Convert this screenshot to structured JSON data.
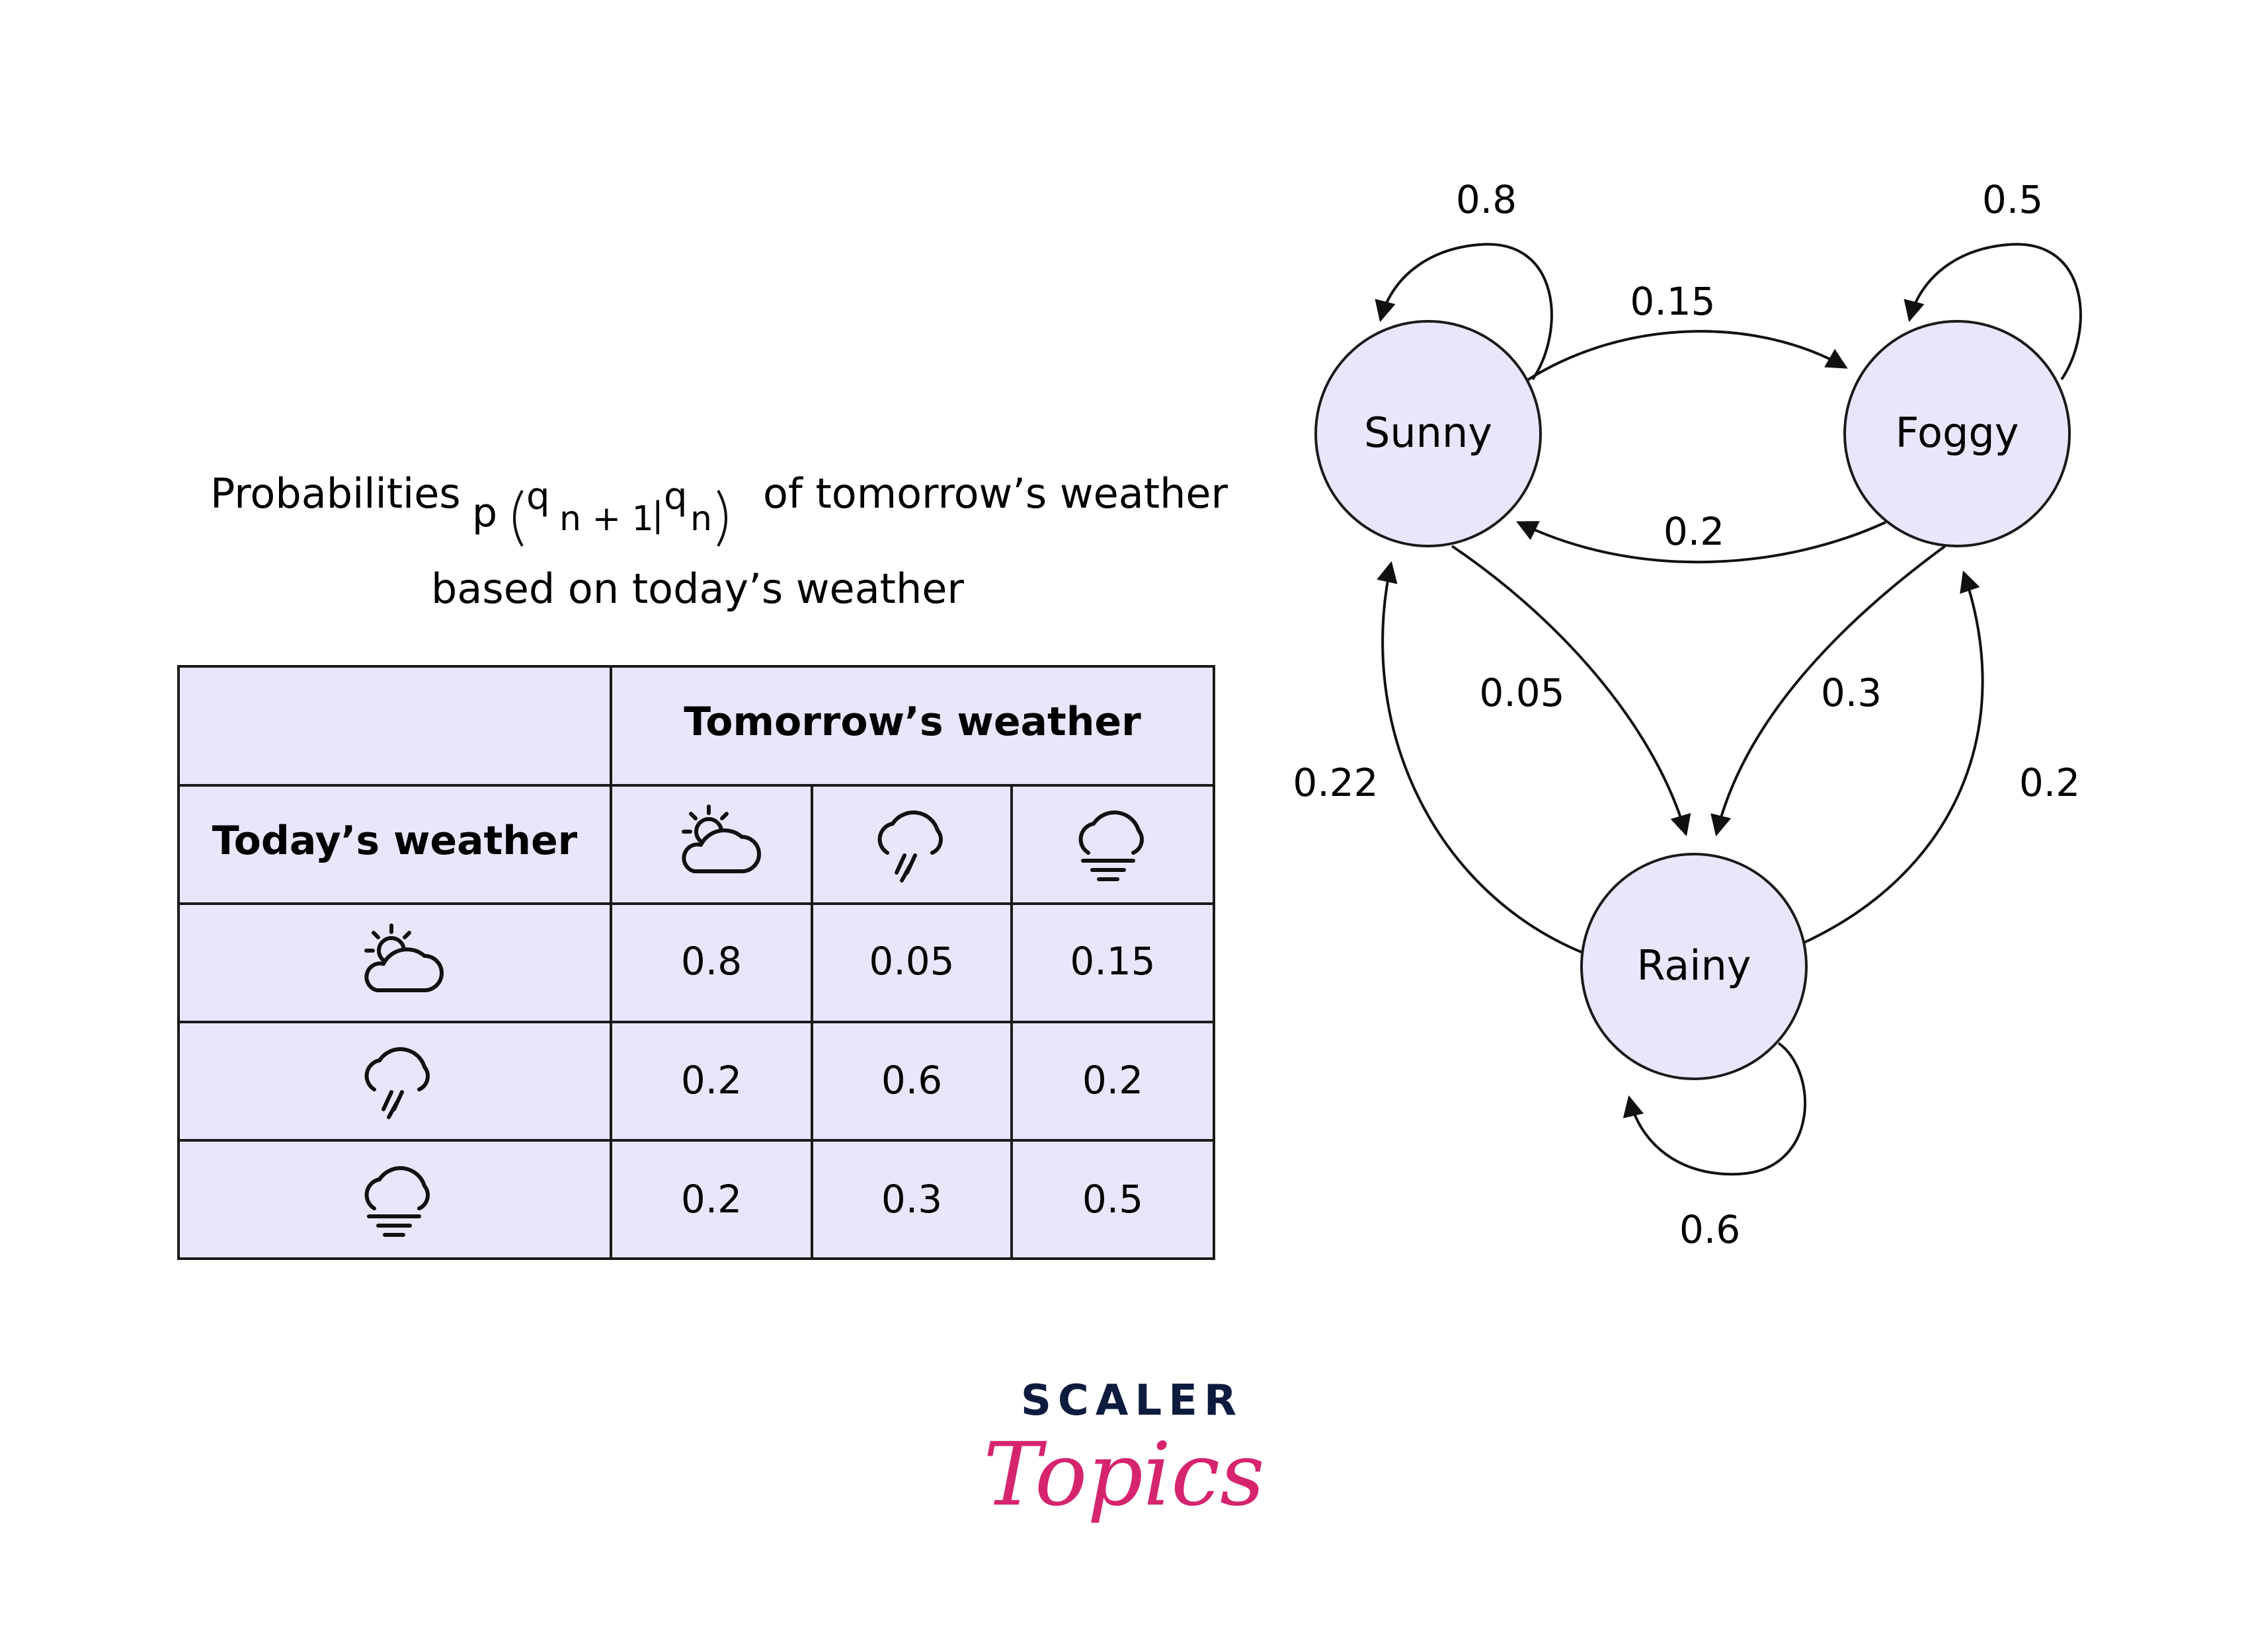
{
  "colors": {
    "fill": "#e8e6fb",
    "stroke": "#1a1a1a",
    "text": "#111111",
    "logo_dark": "#0d1b3e",
    "logo_pink": "#d6246e"
  },
  "caption": {
    "before": "Probabilities",
    "formula_p": "p",
    "formula_q1": "q",
    "formula_sub1": "n + 1",
    "formula_bar": "|",
    "formula_q2": "q",
    "formula_sub2": "n",
    "after": "of tomorrow’s weather",
    "line2": "based on today’s weather"
  },
  "table": {
    "tomorrow_header": "Tomorrow’s weather",
    "today_header": "Today’s weather",
    "column_icons": [
      "sunny-cloud-icon",
      "rain-cloud-icon",
      "fog-cloud-icon"
    ],
    "rows": [
      {
        "icon": "sunny-cloud-icon",
        "values": [
          "0.8",
          "0.05",
          "0.15"
        ]
      },
      {
        "icon": "rain-cloud-icon",
        "values": [
          "0.2",
          "0.6",
          "0.2"
        ]
      },
      {
        "icon": "fog-cloud-icon",
        "values": [
          "0.2",
          "0.3",
          "0.5"
        ]
      }
    ]
  },
  "diagram": {
    "states": {
      "sunny": "Sunny",
      "foggy": "Foggy",
      "rainy": "Rainy"
    },
    "transitions": {
      "sunny_sunny": "0.8",
      "sunny_foggy": "0.15",
      "foggy_foggy": "0.5",
      "foggy_sunny": "0.2",
      "sunny_rainy": "0.05",
      "foggy_rainy": "0.3",
      "rainy_sunny": "0.22",
      "rainy_foggy": "0.2",
      "rainy_rainy": "0.6"
    }
  },
  "logo": {
    "top": "SCALER",
    "bottom": "Topics"
  }
}
